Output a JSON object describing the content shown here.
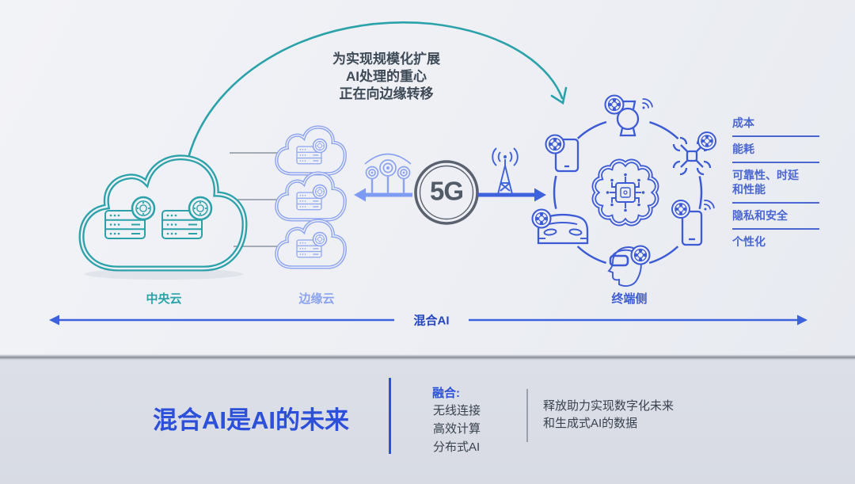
{
  "annotation": {
    "lines": [
      "为实现规模化扩展",
      "AI处理的重心",
      "正在向边缘转移"
    ]
  },
  "labels": {
    "central_cloud": "中央云",
    "edge_cloud": "边缘云",
    "device_side": "终端侧",
    "five_g": "5G",
    "hybrid_axis": "混合AI"
  },
  "benefits": {
    "items": [
      "成本",
      "能耗",
      "可靠性、时延和性能",
      "隐私和安全",
      "个性化"
    ]
  },
  "footer": {
    "title": "混合AI是AI的未来",
    "fusion_heading": "融合:",
    "fusion_items": [
      "无线连接",
      "高效计算",
      "分布式AI"
    ],
    "description": [
      "释放助力实现数字化未来",
      "和生成式AI的数据"
    ]
  },
  "colors": {
    "teal": "#2ba2aa",
    "periwinkle": "#8ca3f0",
    "device_blue": "#3d5bd5",
    "arrow_blue": "#3e62dc",
    "light_arrow": "#7e9bf3",
    "title_blue": "#2c50d9",
    "list_blue": "#4a66d0",
    "gray_line": "#a3abb6",
    "dark_text": "#39424e",
    "fiveg_gray": "#59626e"
  }
}
